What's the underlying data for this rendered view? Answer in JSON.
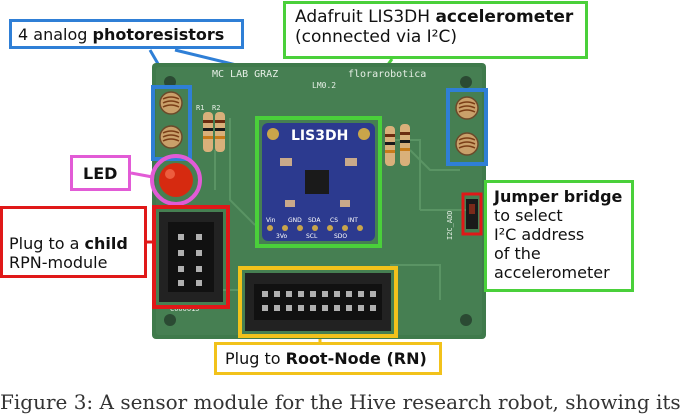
{
  "callouts": {
    "photoresistors": {
      "prefix": "4 analog ",
      "bold": "photoresistors"
    },
    "accelerometer": {
      "line1_prefix": "Adafruit LIS3DH ",
      "line1_bold": "accelerometer",
      "line2": "(connected via I²C)"
    },
    "led": {
      "label": "LED"
    },
    "child_plug": {
      "line1_prefix": "Plug to a ",
      "line1_bold": "child",
      "line2": "RPN-module"
    },
    "jumper": {
      "bold": "Jumper bridge",
      "line2": "to select",
      "line3": "I²C address",
      "line4": "of the",
      "line5": "accelerometer"
    },
    "root_plug": {
      "prefix": "Plug to ",
      "bold": "Root-Node (RN)"
    }
  },
  "board": {
    "silkscreen_top_left": "MC LAB GRAZ",
    "silkscreen_top_right": "florarobotica",
    "version": "LM0.2",
    "chip_label": "LIS3DH",
    "pin_labels": [
      "Vin",
      "GND",
      "SDA",
      "CS",
      "INT",
      "3Vo",
      "SCL",
      "SDO"
    ],
    "serial": "C000615",
    "jumper_label": "I2C_ADD",
    "resistor_labels": [
      "R1",
      "R2"
    ]
  },
  "caption": {
    "text": "Figure 3: A sensor module for the Hive research robot, showing its"
  },
  "colors": {
    "photoresistors": "#2f7fd6",
    "accelerometer": "#4ad03a",
    "led": "#e25bd6",
    "child_plug": "#e01818",
    "root_plug": "#f2c21b",
    "pcb": "#3f7a4b",
    "breakout": "#2c3a8f"
  }
}
